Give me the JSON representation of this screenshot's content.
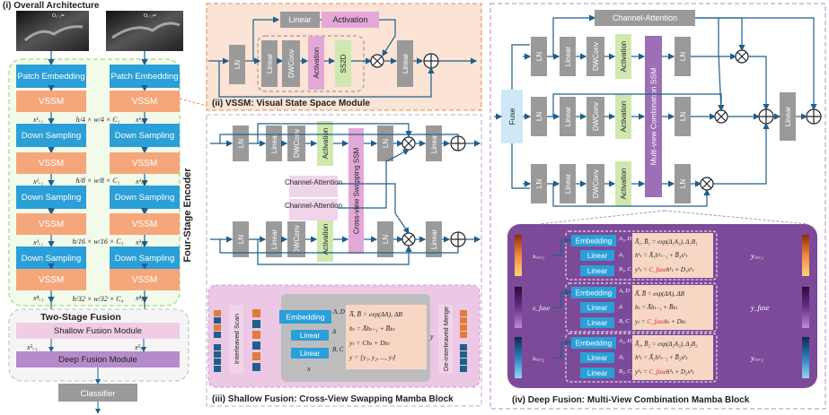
{
  "panel_i": {
    "title": "(i) Overall Architecture",
    "xray_left_label": "O₁₋₁ᵈᵉ",
    "xray_right_label": "O₁₋₂ᵈᵉ",
    "patch_embedding": "Patch Embedding",
    "vssm": "VSSM",
    "down_sampling": "Down Sampling",
    "encoder_label": "Four-Stage Encoder",
    "two_stage_fusion": "Two-Stage Fusion",
    "shallow_fusion_module": "Shallow Fusion Module",
    "deep_fusion_module": "Deep Fusion Module",
    "classifier": "Classifier",
    "dims": [
      "h/4 × w/4 × C₁",
      "h/8 × w/8 × C₂",
      "h/16 × w/16 × C₃",
      "h/32 × w/32 × C₄"
    ],
    "feat_left": [
      "x¹ᵥ₁",
      "x²ᵥ₁",
      "x³ᵥ₁",
      "x⁴ᵥ₁",
      "x⁵ᵥ₁"
    ],
    "feat_right": [
      "x¹ᵥ₂",
      "x²ᵥ₂",
      "x³ᵥ₂",
      "x⁴ᵥ₂",
      "x⁵ᵥ₂"
    ]
  },
  "panel_ii": {
    "title": "(ii) VSSM: Visual State Space Module",
    "ln": "LN",
    "linear": "Linear",
    "activation": "Activation",
    "dwconv": "DWConv",
    "ss2d": "SS2D"
  },
  "panel_iii": {
    "title": "(iii) Shallow Fusion: Cross-View Swapping Mamba Block",
    "ln": "LN",
    "linear": "Linear",
    "dwconv": "DWConv",
    "activation": "Activation",
    "channel_attention": "Channel-Attention",
    "cross_view_ssm": "Cross-view Swapping SSM",
    "interleaved_scan": "Interleaved Scan",
    "deinterleaved_merge": "De-interleaved Merge",
    "embedding": "Embedding",
    "ad": "A, D",
    "delta": "Δ",
    "bc": "B, C",
    "x_sym": "x",
    "y_sym": "y",
    "eq1": "A̅, B̅ = exp(ΔA), ΔB",
    "eq2": "hₜ = A̅hₜ₋₁ + B̅xₜ",
    "eq3": "yₜ = Chₜ + Dxₜ",
    "eq4": "y = [y₁, y₂, ..., yₗ]"
  },
  "panel_iv": {
    "title": "(iv) Deep Fusion: Multi-View Combination Mamba Block",
    "fuse": "Fuse",
    "ln": "LN",
    "linear": "Linear",
    "dwconv": "DWConv",
    "activation": "Activation",
    "channel_attention": "Channel-Attention",
    "ssm": "Multi-view Combination SSM",
    "embedding": "Embedding",
    "x_view1": "xᵥᵢₑᵥ₁",
    "x_fuse": "x_fuse",
    "x_view2": "xᵥᵢₑᵥ₂",
    "y_view1": "yᵥᵢₑᵥ₁",
    "y_fuse": "y_fuse",
    "y_view2": "yᵥᵢₑᵥ₂",
    "v1_ad": "A₁, D₁",
    "v1_d": "Δ₁",
    "v1_bc": "B₁, C₁",
    "f_ad": "A, D",
    "f_d": "Δ",
    "f_bc": "B, C",
    "v2_ad": "A₂, D₂",
    "v2_d": "Δ₂",
    "v2_bc": "B₂, C₂",
    "v1_eq1": "A̅₁, B̅₁ = exp(Δ₁A₁), Δ₁B₁",
    "v1_eq2": "h¹ₜ = A̅₁h¹ₜ₋₁ + B̅₁x¹ₜ",
    "v1_eq3a": "y¹ₜ = ",
    "v1_eq3b": "C_fuse",
    "v1_eq3c": "h¹ₜ + D₁x¹ₜ",
    "f_eq1": "A̅, B̅ = exp(ΔA), ΔB",
    "f_eq2": "hₜ = A̅hₜ₋₁ + B̅xₜ",
    "f_eq3a": "yₜ = ",
    "f_eq3b": "C_fuse",
    "f_eq3c": "hₜ + Dxₜ",
    "v2_eq1": "A̅₂, B̅₂ = exp(Δ₂A₂), Δ₂B₂",
    "v2_eq2": "h²ₜ = A̅₂h²ₜ₋₁ + B̅₂x²ₜ",
    "v2_eq3a": "y²ₜ = ",
    "v2_eq3b": "C_fuse",
    "v2_eq3c": "h²ₜ + D₂x²ₜ"
  },
  "colors": {
    "blue": "#2a9fd8",
    "orange": "#f5a77b",
    "gray": "#9a9a9a",
    "green": "#cfe8b0",
    "pink": "#e3a8d8",
    "purple": "#9c6fb6",
    "lightpink": "#f0d5ea",
    "accent_red": "#e02020"
  }
}
